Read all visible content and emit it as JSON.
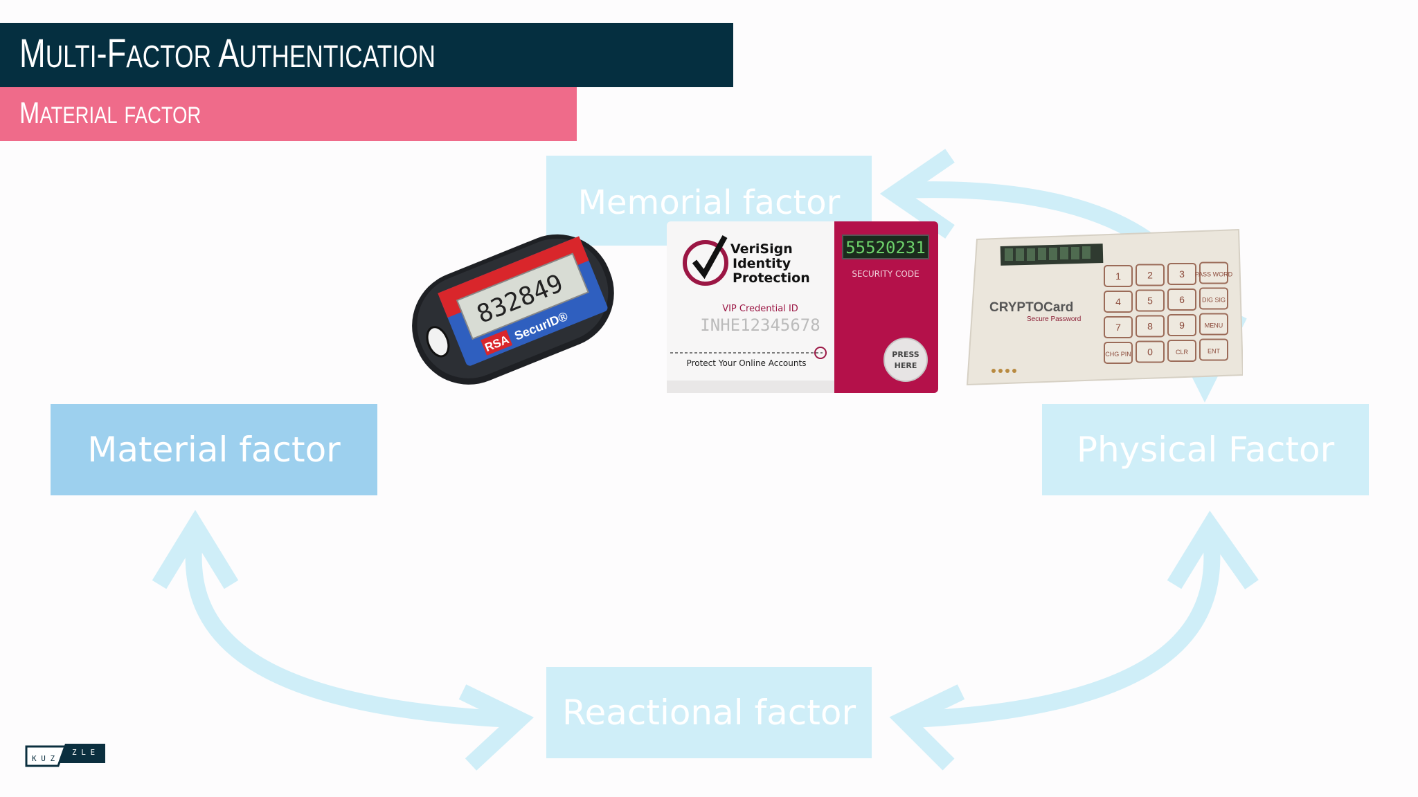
{
  "header": {
    "title_first_1": "M",
    "title_rest_1": "ULTI",
    "title_dash": "-",
    "title_first_2": "F",
    "title_rest_2": "ACTOR",
    "title_first_3": "A",
    "title_rest_3": "UTHENTICATION"
  },
  "subheader": {
    "first_1": "M",
    "rest_1": "ATERIAL",
    "rest_2": "FACTOR"
  },
  "diagram": {
    "memorial_label": "Memorial factor",
    "material_label": "Material factor",
    "physical_label": "Physical Factor",
    "reactional_label": "Reactional factor"
  },
  "rsa_token": {
    "display": "832849",
    "brand": "RSA",
    "product": "SecurID®"
  },
  "verisign_card": {
    "brand_line1": "VeriSign",
    "brand_line2": "Identity",
    "brand_line3": "Protection",
    "display": "55520231",
    "security_code_label": "SECURITY CODE",
    "credential_label": "VIP Credential ID",
    "credential_id": "INHE12345678",
    "tagline": "Protect Your Online Accounts",
    "press_line1": "PRESS",
    "press_line2": "HERE"
  },
  "cryptocard": {
    "brand": "CRYPTOCard",
    "subbrand": "Secure Password",
    "keys": [
      "1",
      "2",
      "3",
      "PASS WORD",
      "4",
      "5",
      "6",
      "DIG SIG",
      "7",
      "8",
      "9",
      "MENU",
      "CHG PIN",
      "0",
      "CLR",
      "ENT"
    ]
  },
  "logo": {
    "left_text": "K U Z",
    "right_text": "Z L E"
  },
  "colors": {
    "title_bg": "#052f40",
    "subtitle_bg": "#ef6b8a",
    "material_box": "#9dd0ee",
    "faded_box": "#cfeef8",
    "arrow": "#cfeef8"
  }
}
